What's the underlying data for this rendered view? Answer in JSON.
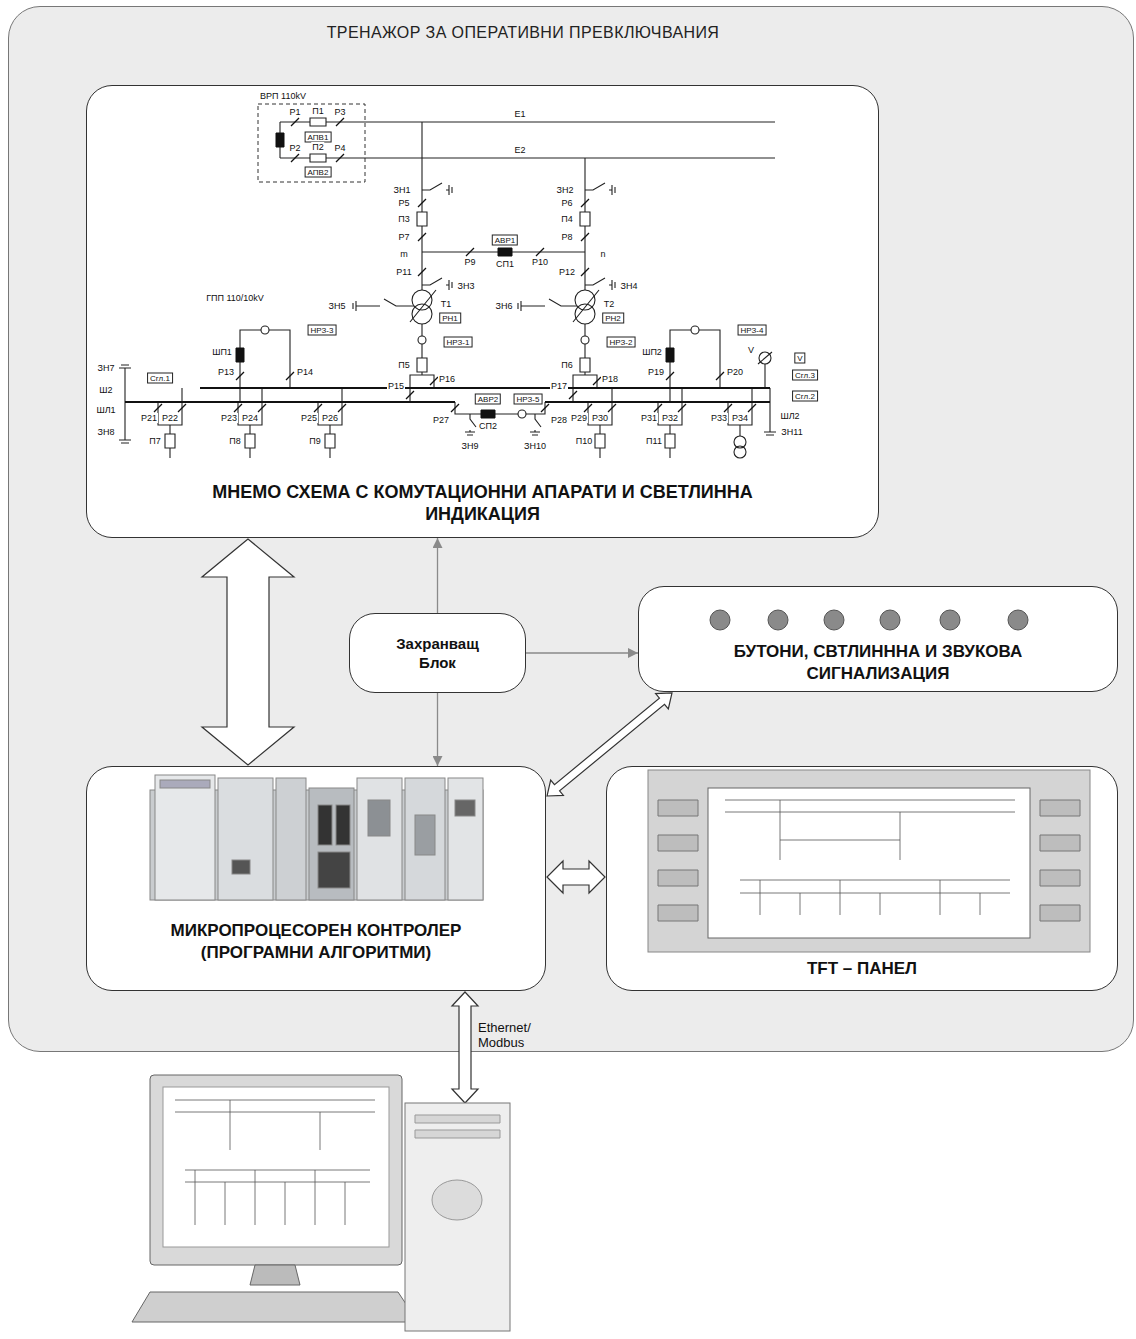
{
  "diagram": {
    "nodes": [
      {
        "text": [
          "ТРЕНАЖОР ЗА ОПЕРАТИВНИ ПРЕВКЛЮЧВАНИЯ"
        ]
      },
      {
        "text": [
          "МНЕМО СХЕМА С КОМУТАЦИОННИ АПАРАТИ И СВЕТЛИННА ИНДИКАЦИЯ"
        ],
        "in": 0
      },
      {
        "text": [
          "Захранващ Блок"
        ],
        "in": 0
      },
      {
        "text": [
          "БУТОНИ, СВТЛИНННА И ЗВУКОВА СИГНАЛИЗАЦИЯ"
        ],
        "in": 0
      },
      {
        "text": [
          "МИКРОПРОЦЕСОРЕН КОНТРОЛЕР (ПРОГРАМНИ АЛГОРИТМИ)"
        ],
        "in": 0
      },
      {
        "text": [
          "TFT – ПАНЕЛ"
        ],
        "in": 0
      }
    ],
    "edges": [
      {
        "from": 1,
        "to": 4,
        "arrow": "both"
      },
      {
        "from": 2,
        "to": 1,
        "arrow": "to"
      },
      {
        "from": 2,
        "to": 3,
        "arrow": "to"
      },
      {
        "from": 2,
        "to": 4,
        "arrow": "to"
      },
      {
        "from": 4,
        "to": 3,
        "arrow": "both"
      },
      {
        "from": 4,
        "to": 5,
        "arrow": "both"
      }
    ],
    "labels": [
      "ВРП 110kV",
      "Р1",
      "П1",
      "Р3",
      "АПВ1",
      "Р2",
      "П2",
      "Р4",
      "АПВ2",
      "Е1",
      "Е2",
      "ЗН1",
      "ЗН2",
      "Р5",
      "Р6",
      "П3",
      "П4",
      "Р7",
      "Р8",
      "АВР1",
      "m",
      "n",
      "Р9",
      "СП1",
      "Р10",
      "Р11",
      "Р12",
      "ЗН3",
      "ЗН4",
      "ГПП 110/10kV",
      "ЗН5",
      "Т1",
      "РН1",
      "ЗН6",
      "Т2",
      "РН2",
      "НРЗ-1",
      "НРЗ-2",
      "НРЗ-3",
      "НРЗ-4",
      "ШП1",
      "ШП2",
      "V",
      "V",
      "П5",
      "П6",
      "ЗН7",
      "Р13",
      "Р14",
      "Р15",
      "Р16",
      "Р17",
      "Р18",
      "Р19",
      "Р20",
      "Сгл.3",
      "Сгл.1",
      "Ш2",
      "АВР2",
      "НРЗ-5",
      "Сгл.2",
      "ШЛ1",
      "Р21",
      "Р22",
      "Р23",
      "Р24",
      "Р25",
      "Р26",
      "Р27",
      "Р28",
      "Р29",
      "Р30",
      "Р31",
      "Р32",
      "Р33",
      "Р34",
      "ШЛ2",
      "СП2",
      "ЗН8",
      "ЗН11",
      "П7",
      "П8",
      "П9",
      "П10",
      "П11",
      "ЗН9",
      "ЗН10",
      "Ethernet/ Modbus"
    ]
  }
}
